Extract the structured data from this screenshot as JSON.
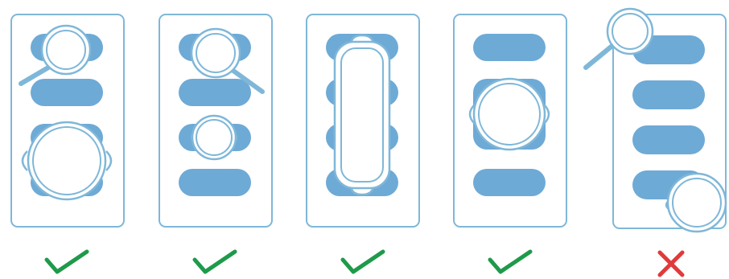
{
  "colors": {
    "panel_border": "#7fb7d8",
    "zone_fill": "#6eaad6",
    "cookware_stroke": "#7fb7d8",
    "cookware_fill": "#ffffff",
    "check": "#1e9a4a",
    "cross": "#e03a3a"
  },
  "panels": [
    {
      "id": "panel-1",
      "zones": 4,
      "cookware": [
        "small-pan-with-handle",
        "large-pot"
      ],
      "verdict": "correct",
      "verdict_icon": "checkmark-icon"
    },
    {
      "id": "panel-2",
      "zones": 4,
      "cookware": [
        "small-pan-with-handle",
        "small-pot"
      ],
      "verdict": "correct",
      "verdict_icon": "checkmark-icon"
    },
    {
      "id": "panel-3",
      "zones": 4,
      "cookware": [
        "long-roaster"
      ],
      "verdict": "correct",
      "verdict_icon": "checkmark-icon"
    },
    {
      "id": "panel-4",
      "zones": 3,
      "cookware": [
        "large-pot"
      ],
      "verdict": "correct",
      "verdict_icon": "checkmark-icon"
    },
    {
      "id": "panel-5",
      "zones": 4,
      "cookware": [
        "pan-off-edge",
        "pot-off-edge"
      ],
      "verdict": "incorrect",
      "verdict_icon": "cross-icon"
    }
  ]
}
